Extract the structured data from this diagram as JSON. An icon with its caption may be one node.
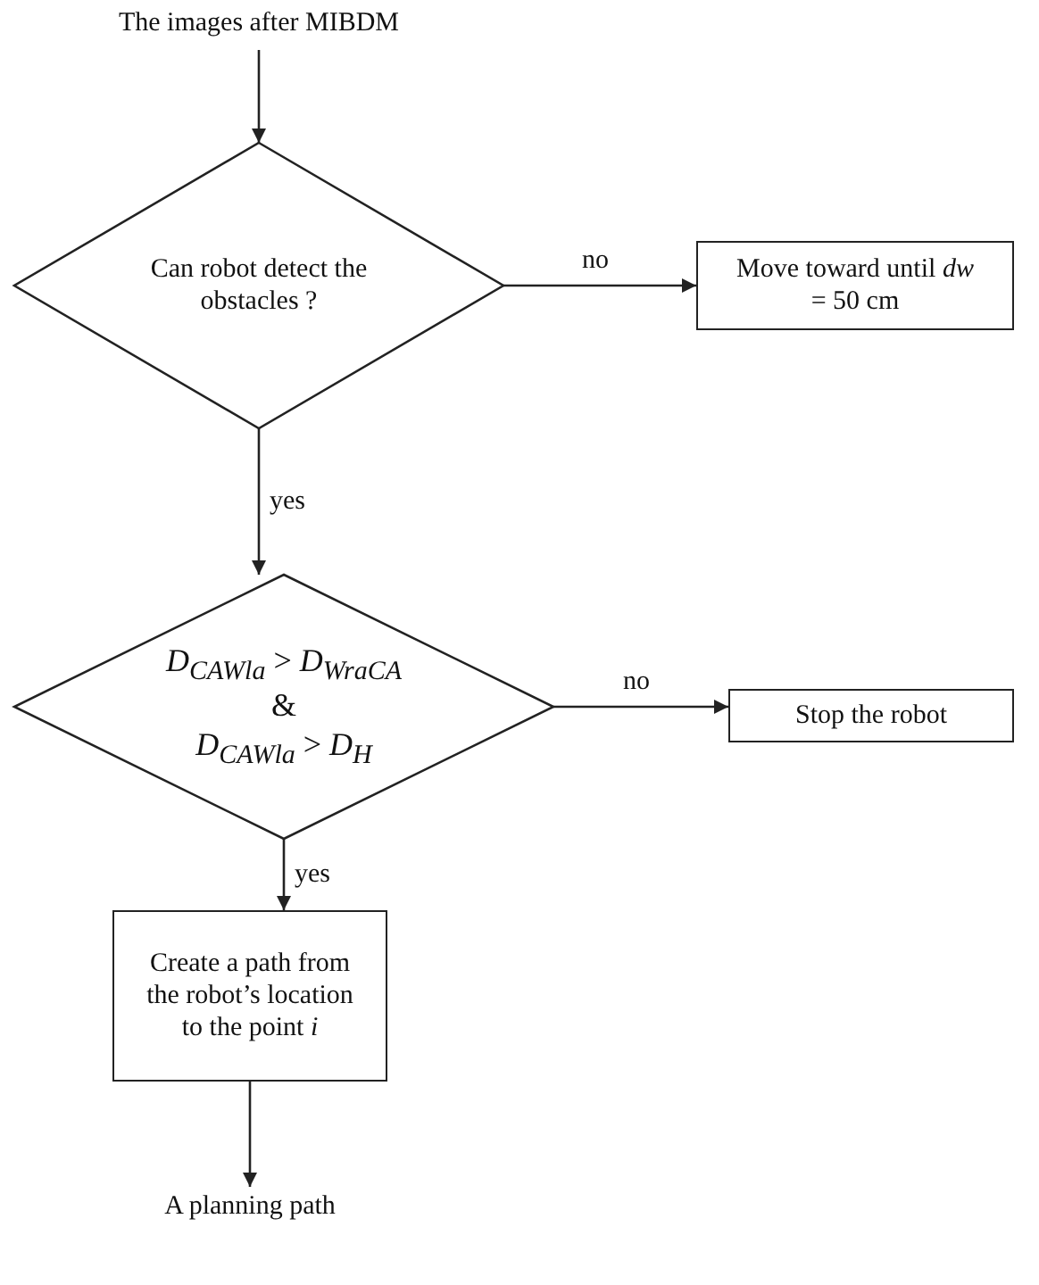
{
  "diagram": {
    "nodes": [
      {
        "text": [
          "The images after MIBDM"
        ]
      },
      {
        "text": [
          "Can robot detect the obstacles ?"
        ]
      },
      {
        "text": [
          "Move toward until *dw* = 50 cm"
        ]
      },
      {
        "text": [
          "*D*$_{CAWla}$ > *D*$_{WraCA}$",
          "&",
          "*D*$_{CAWla}$ > *D*$_{H}$"
        ]
      },
      {
        "text": [
          "Stop the robot"
        ]
      },
      {
        "text": [
          "Create a path from the robot’s location to the point *i*"
        ]
      },
      {
        "text": [
          "A planning path"
        ]
      }
    ],
    "edges": [
      {
        "from": 0,
        "to": 1,
        "arrow": "to"
      },
      {
        "from": 1,
        "to": 2,
        "arrow": "to",
        "label": "no"
      },
      {
        "from": 1,
        "to": 3,
        "arrow": "to",
        "label": "yes"
      },
      {
        "from": 3,
        "to": 4,
        "arrow": "to",
        "label": "no"
      },
      {
        "from": 3,
        "to": 5,
        "arrow": "to",
        "label": "yes"
      },
      {
        "from": 5,
        "to": 6,
        "arrow": "to"
      }
    ]
  }
}
